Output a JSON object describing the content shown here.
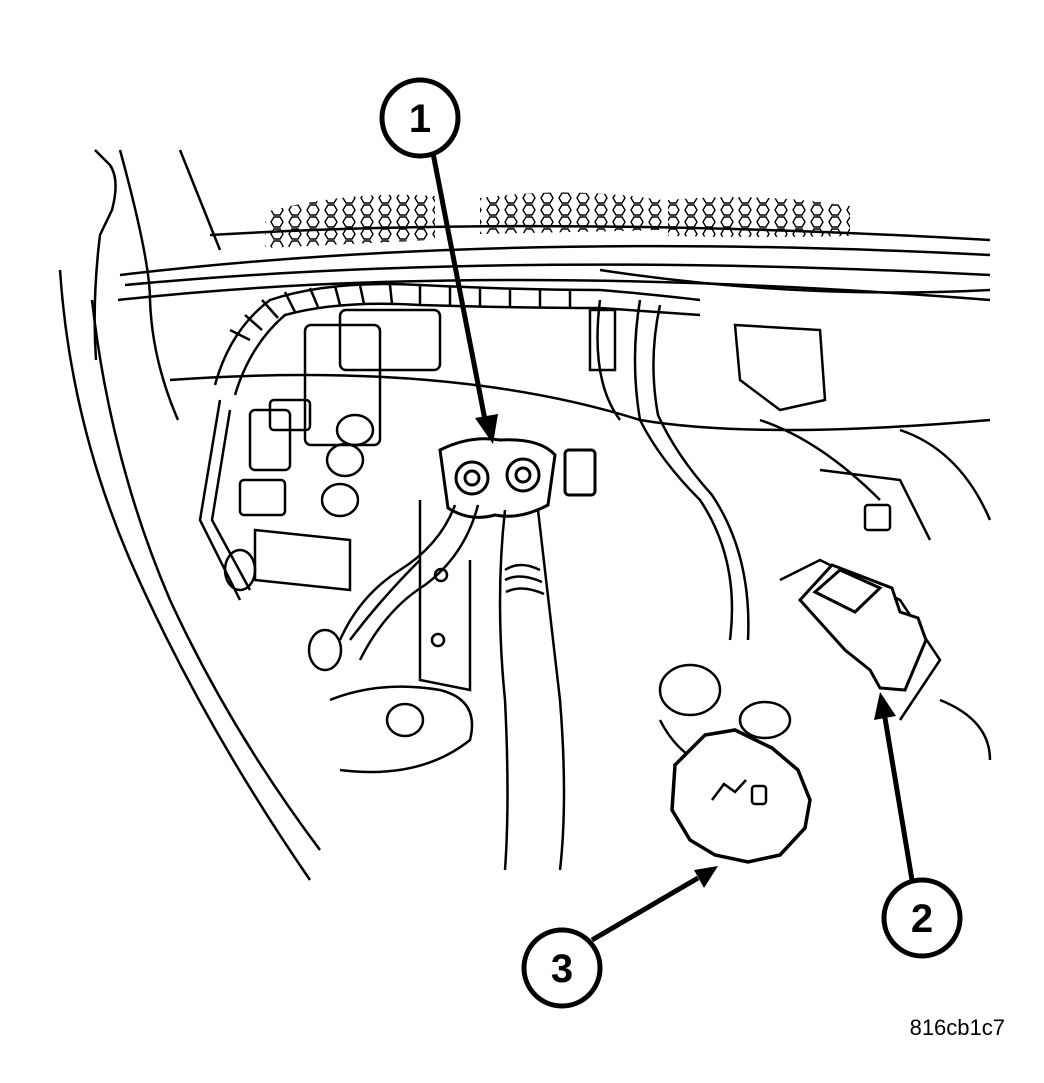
{
  "callouts": [
    {
      "id": "1",
      "label": "1"
    },
    {
      "id": "2",
      "label": "2"
    },
    {
      "id": "3",
      "label": "3"
    }
  ],
  "reference_code": "816cb1c7",
  "colors": {
    "ink": "#000000",
    "paper": "#ffffff"
  }
}
